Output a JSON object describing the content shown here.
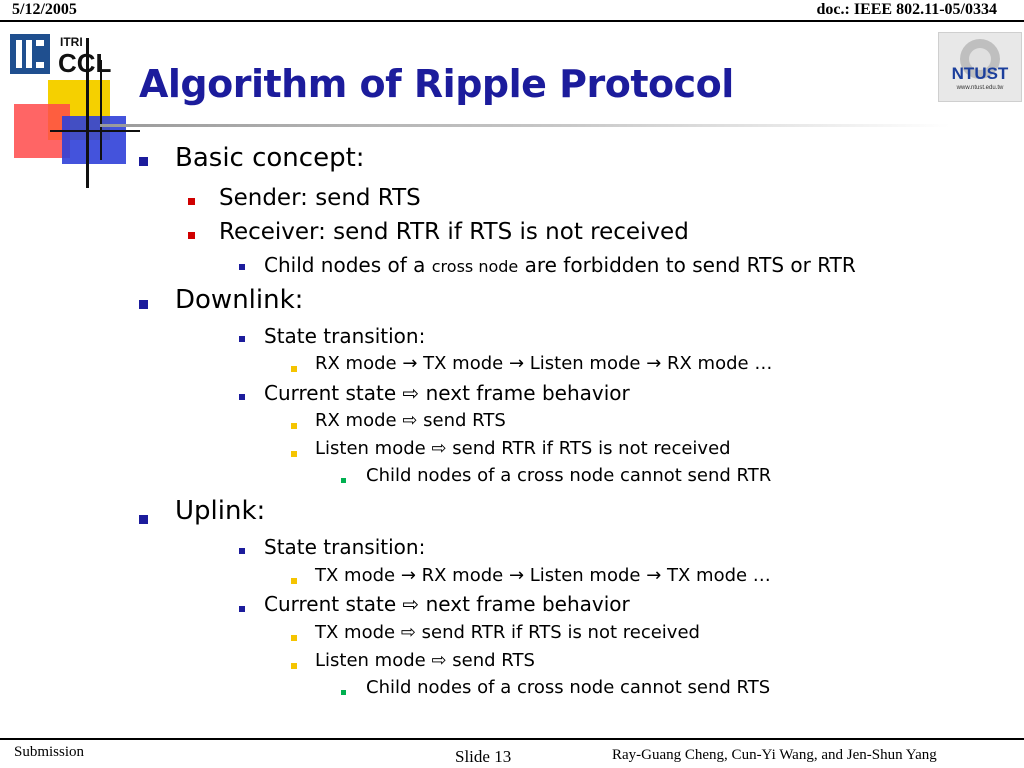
{
  "header": {
    "date": "5/12/2005",
    "doc": "doc.: IEEE 802.11-05/0334"
  },
  "logos": {
    "left_top": "ITRI",
    "left_bottom": "CCL",
    "right": "NTUST",
    "right_sub": "www.ntust.edu.tw"
  },
  "title": "Algorithm of Ripple Protocol",
  "colors": {
    "title": "#1c1c9c",
    "bullet_l1": "#1c1c9c",
    "bullet_l2": "#d00000",
    "bullet_l3": "#1c1c9c",
    "bullet_l4": "#f5c400",
    "bullet_l5": "#00b050"
  },
  "content": {
    "basic": {
      "label": "Basic concept:",
      "sender": "Sender: send RTS",
      "receiver": "Receiver: send RTR if RTS is not received",
      "child_a": "Child nodes of a",
      "child_b": "cross node",
      "child_c": "are forbidden to send RTS or RTR"
    },
    "downlink": {
      "label": "Downlink:",
      "state_transition": "State transition:",
      "transition": "RX mode → TX mode → Listen mode → RX mode …",
      "current_state": "Current state ⇨ next frame behavior",
      "rx": "RX mode ⇨ send RTS",
      "listen": "Listen mode ⇨ send RTR if RTS is not received",
      "child": "Child nodes of a cross node cannot send RTR"
    },
    "uplink": {
      "label": "Uplink:",
      "state_transition": "State transition:",
      "transition": "TX mode → RX mode → Listen mode → TX mode …",
      "current_state": "Current state ⇨ next frame behavior",
      "tx": "TX mode ⇨ send RTR if RTS is not received",
      "listen": "Listen mode ⇨ send RTS",
      "child": "Child nodes of a cross node cannot send RTS"
    }
  },
  "footer": {
    "submission": "Submission",
    "slide": "Slide 13",
    "authors": "Ray-Guang Cheng, Cun-Yi Wang, and Jen-Shun Yang"
  }
}
